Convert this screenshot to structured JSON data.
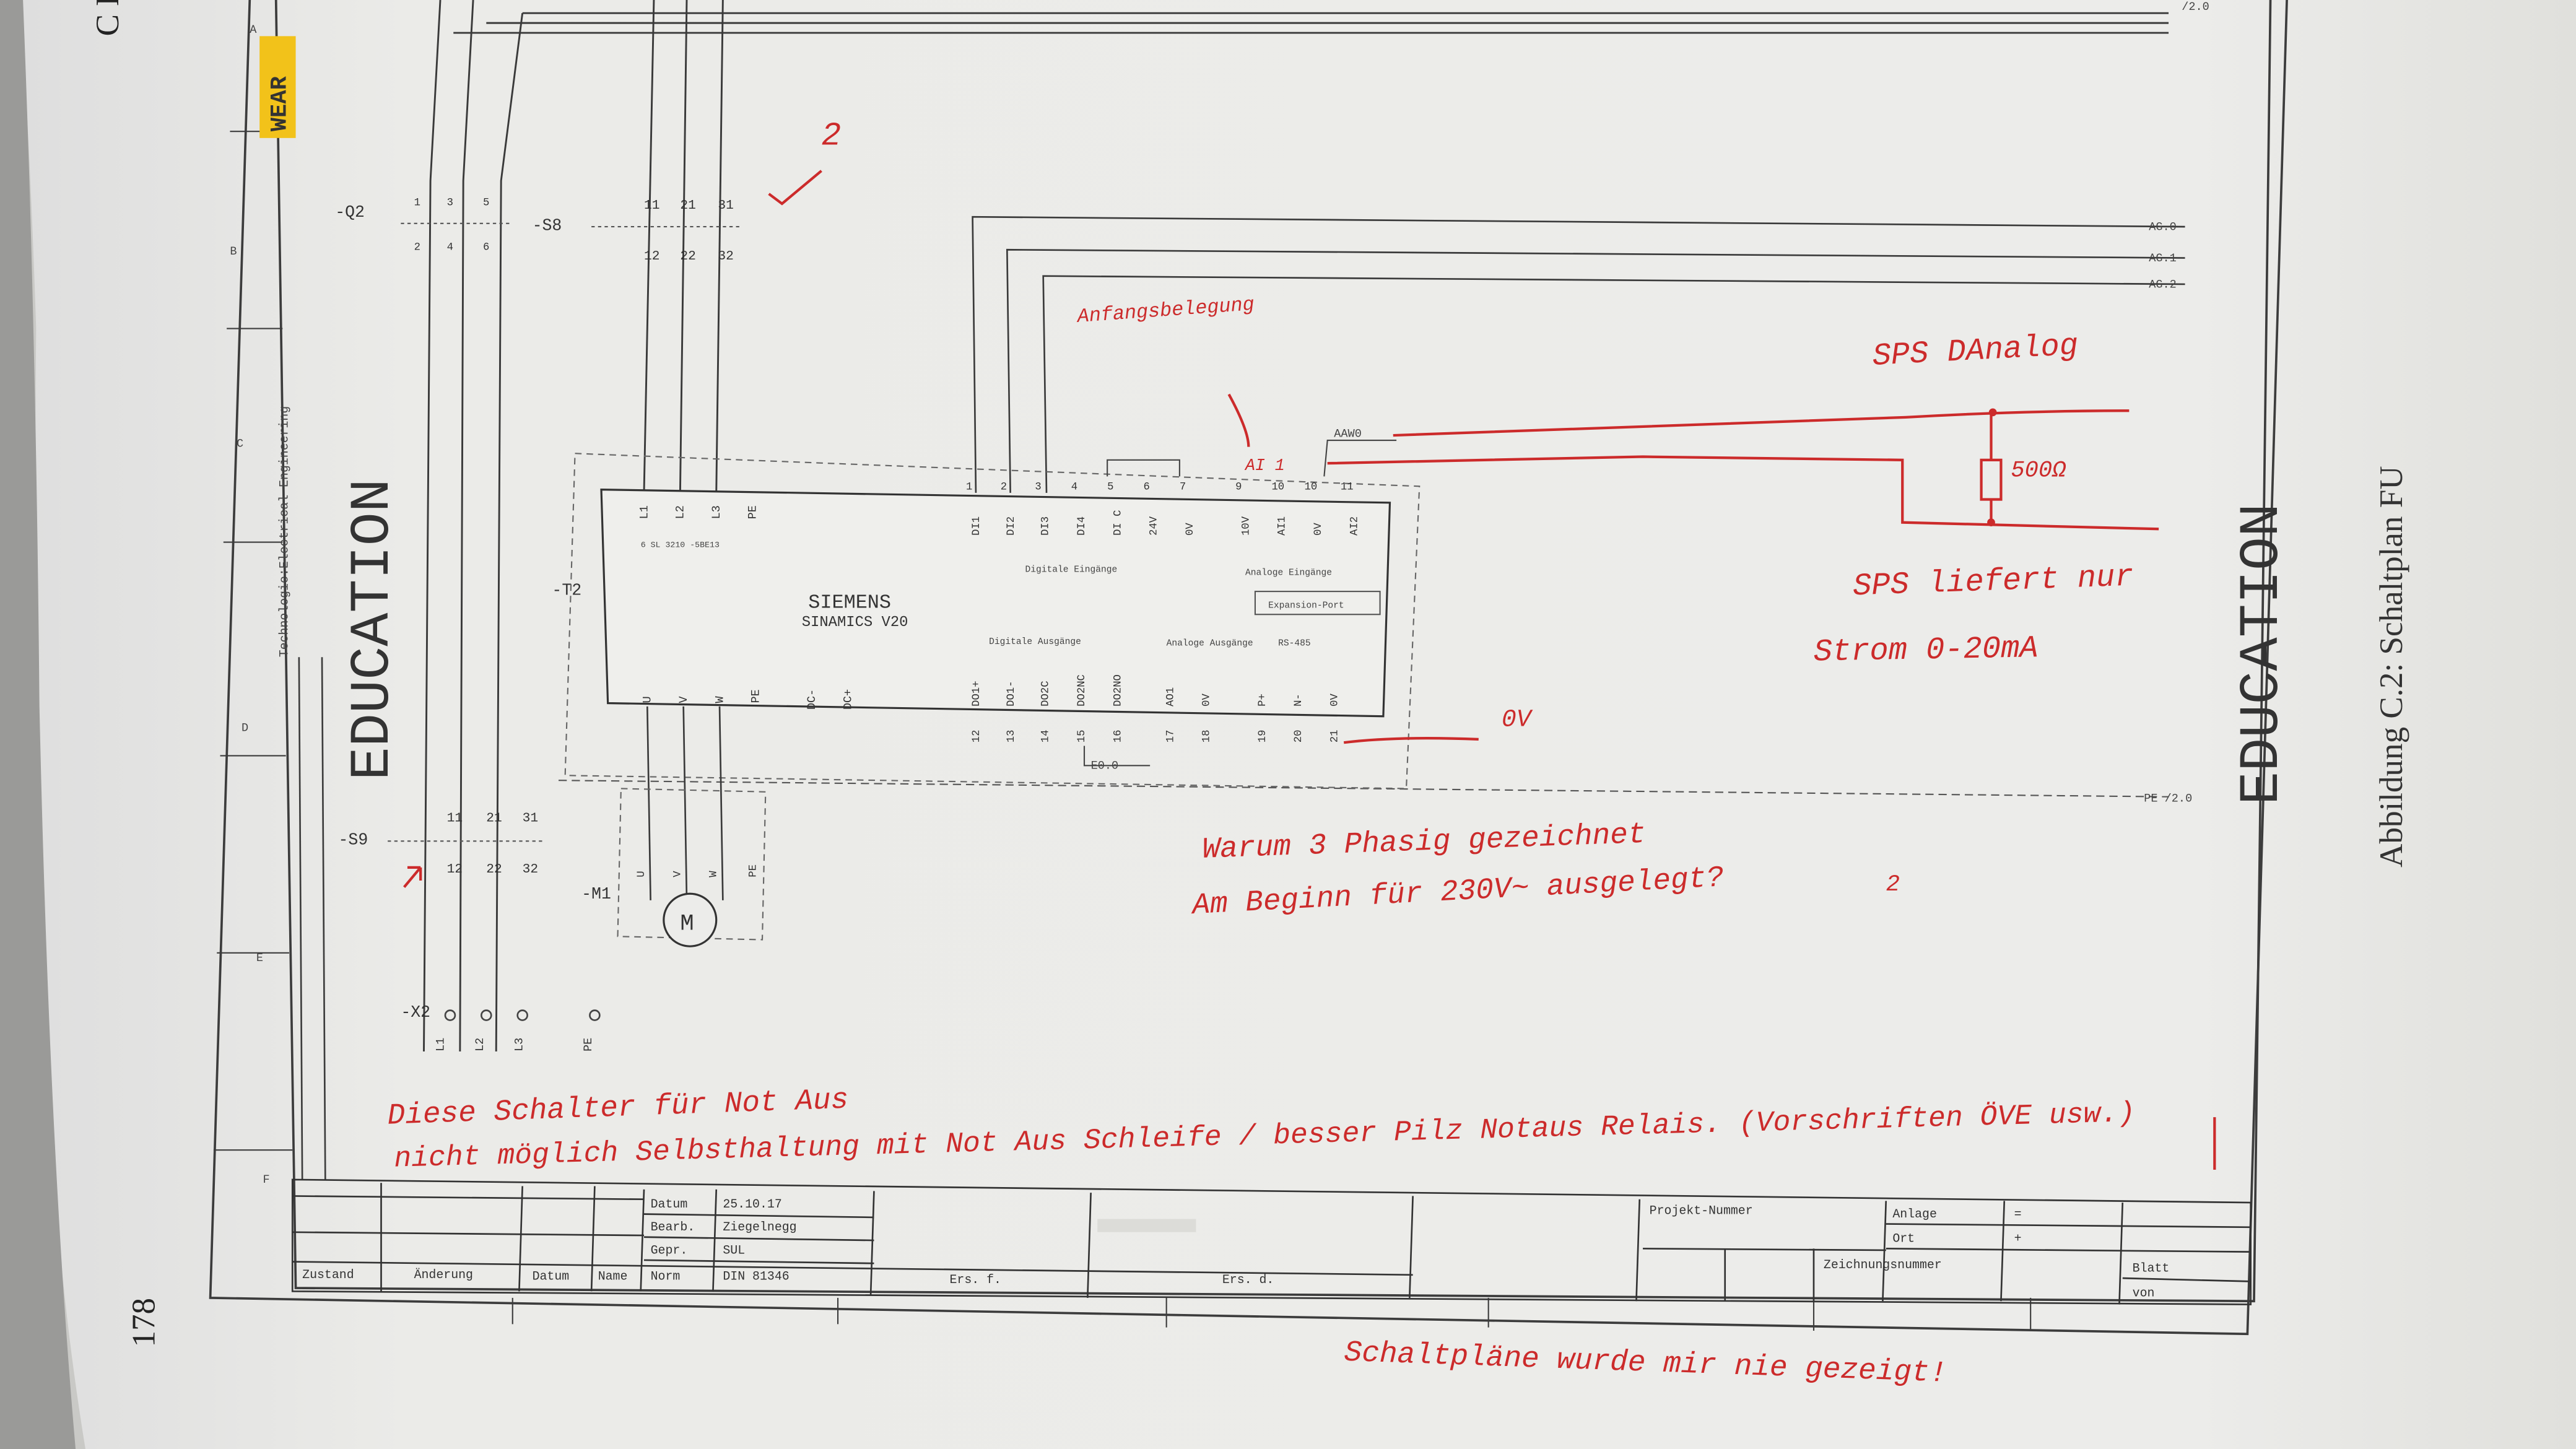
{
  "page": {
    "page_number": "178",
    "header_fragment": "C E",
    "caption": "Abbildung C.2: Schaltplan FU"
  },
  "schematic": {
    "education_left": "EDUCATION",
    "education_right": "EDUCATION",
    "company_line": "Technologie:Electrical Engineering",
    "drive_brand": "SIEMENS",
    "drive_model": "SINAMICS V20",
    "drive_part": "6 SL 3210 -5BE13",
    "label_digitale_eingaenge": "Digitale Eingänge",
    "label_analoge_eingaenge": "Analoge Eingänge",
    "label_digitale_ausgaenge": "Digitale Ausgänge",
    "label_analoge_ausgaenge": "Analoge Ausgänge",
    "label_expansion": "Expansion-Port",
    "label_rs485": "RS-485",
    "refs": {
      "q2": "-Q2",
      "s8": "-S8",
      "t2": "-T2",
      "s9": "-S9",
      "m1": "-M1",
      "x2": "-X2",
      "motor": "M"
    },
    "q2_terminals_top": [
      "1",
      "3",
      "5"
    ],
    "q2_terminals_bottom": [
      "2",
      "4",
      "6"
    ],
    "s8_terminals_top": [
      "11",
      "21",
      "31"
    ],
    "s8_terminals_bottom": [
      "12",
      "22",
      "32"
    ],
    "s9_terminals_top": [
      "11",
      "21",
      "31"
    ],
    "s9_terminals_bottom": [
      "12",
      "22",
      "32"
    ],
    "x2_terminals": [
      "L1",
      "L2",
      "L3",
      "PE"
    ],
    "power_terminals": [
      "L1",
      "L2",
      "L3",
      "PE"
    ],
    "motor_terminals": [
      "U",
      "V",
      "W",
      "PE"
    ],
    "dc_terminals": [
      "DC-",
      "DC+"
    ],
    "input_numbers": [
      "1",
      "2",
      "3",
      "4",
      "5",
      "6",
      "7",
      "9",
      "10",
      "10",
      "11"
    ],
    "input_labels": [
      "DI1",
      "DI2",
      "DI3",
      "DI4",
      "DI C",
      "24V",
      "0V",
      "10V",
      "AI1",
      "0V",
      "AI2"
    ],
    "output_labels": [
      "DO1+",
      "DO1-",
      "DO2C",
      "DO2NC",
      "DO2NO",
      "AO1",
      "0V",
      "P+",
      "N-",
      "0V"
    ],
    "output_numbers": [
      "12",
      "13",
      "14",
      "15",
      "16",
      "17",
      "18",
      "19",
      "20",
      "21"
    ],
    "signal_refs": {
      "ag0": "AG.0",
      "ag1": "AG.1",
      "ag2": "AG.2",
      "aaw0": "AAW0",
      "eg0": "E0.0",
      "pe": "PE /2.0",
      "top_ref": "/2.0"
    }
  },
  "title_block": {
    "datum_label": "Datum",
    "datum_value": "25.10.17",
    "bearb_label": "Bearb.",
    "bearb_value": "Ziegelnegg",
    "gepr_label": "Gepr.",
    "gepr_value": "SUL",
    "norm_label": "Norm",
    "norm_value": "DIN 81346",
    "zustand": "Zustand",
    "aenderung": "Änderung",
    "datum2": "Datum",
    "name": "Name",
    "ers_f": "Ers. f.",
    "ers_d": "Ers. d.",
    "projekt_nummer": "Projekt-Nummer",
    "anlage_label": "Anlage",
    "anlage_value": "=",
    "ort_label": "Ort",
    "ort_value": "+",
    "zeichnungsnummer": "Zeichnungsnummer",
    "blatt": "Blatt",
    "von": "von"
  },
  "annotations": {
    "mark_2": "2",
    "anfangsbelegung": "Anfangsbelegung",
    "sps_analog": "SPS DAnalog",
    "r_500": "500Ω",
    "sps_strom_1": "SPS liefert nur",
    "sps_strom_2": "Strom 0-20mA",
    "zero_v": "0V",
    "ai1_mark": "AI 1",
    "warum_1": "Warum 3 Phasig gezeichnet",
    "warum_2": "Am Beginn für 230V~ ausgelegt?",
    "warum_mark": "2",
    "diese_1": "Diese Schalter für Not Aus",
    "diese_2": "nicht möglich Selbsthaltung mit Not Aus Schleife / besser Pilz Notaus Relais. (Vorschriften ÖVE usw.)",
    "schaltplaene": "Schaltpläne wurde mir nie gezeigt!"
  },
  "colors": {
    "ink": "#cc2b2b",
    "line": "#3a3a3a",
    "paper": "#ecece8"
  }
}
